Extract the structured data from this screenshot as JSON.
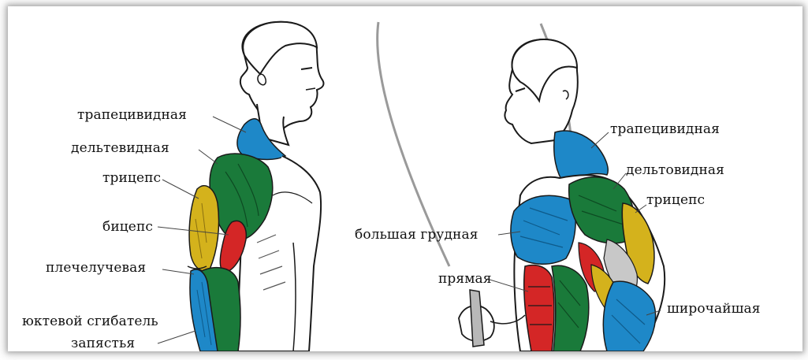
{
  "left_figure": {
    "labels": {
      "trapezius": "трапецивидная",
      "deltoid": "дельтевидная",
      "triceps": "трицепс",
      "biceps": "бицепс",
      "brachioradialis": "плечелучевая",
      "wrist_flexor_line1": "юктевой сгибатель",
      "wrist_flexor_line2": "запястья"
    }
  },
  "right_figure": {
    "labels": {
      "trapezius": "трапецивидная",
      "deltoid": "дельтовидная",
      "triceps": "трицепс",
      "pectoralis_major": "большая грудная",
      "rectus": "прямая",
      "latissimus": "широчайшая"
    }
  },
  "colors": {
    "muscle_green": "#1a7a3a",
    "muscle_blue": "#1e88c8",
    "muscle_yellow": "#d4b21c",
    "muscle_red": "#d42626",
    "outline": "#1a1a1a"
  }
}
